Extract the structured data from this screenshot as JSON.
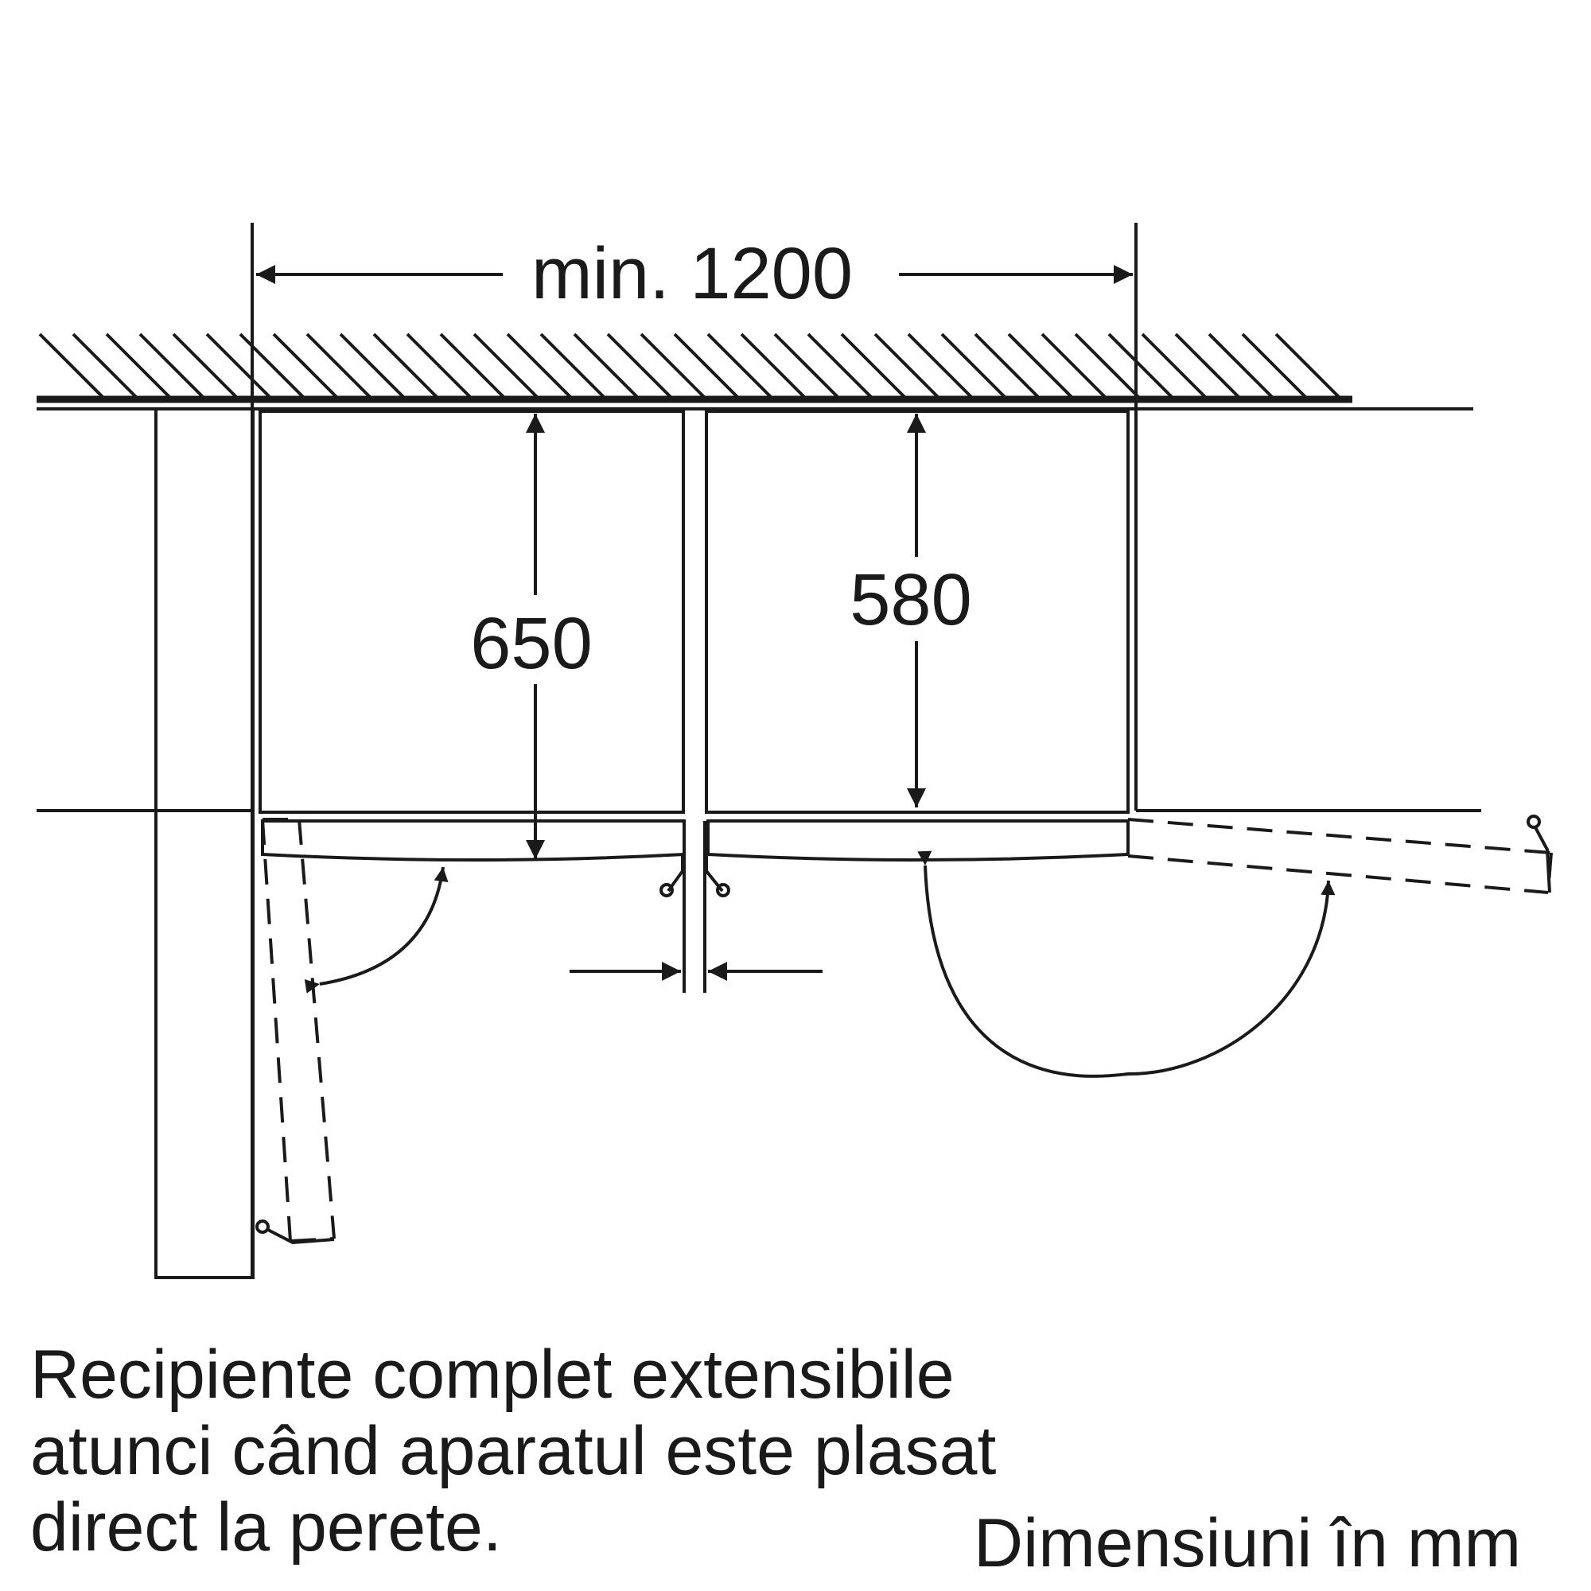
{
  "diagram": {
    "dimensions": {
      "total_width": "min. 1200",
      "left_depth": "650",
      "right_depth": "580"
    },
    "caption_lines": [
      "Recipiente complet extensibile",
      "atunci când aparatul este plasat",
      "direct la perete."
    ],
    "units_note": "Dimensiuni în mm"
  }
}
